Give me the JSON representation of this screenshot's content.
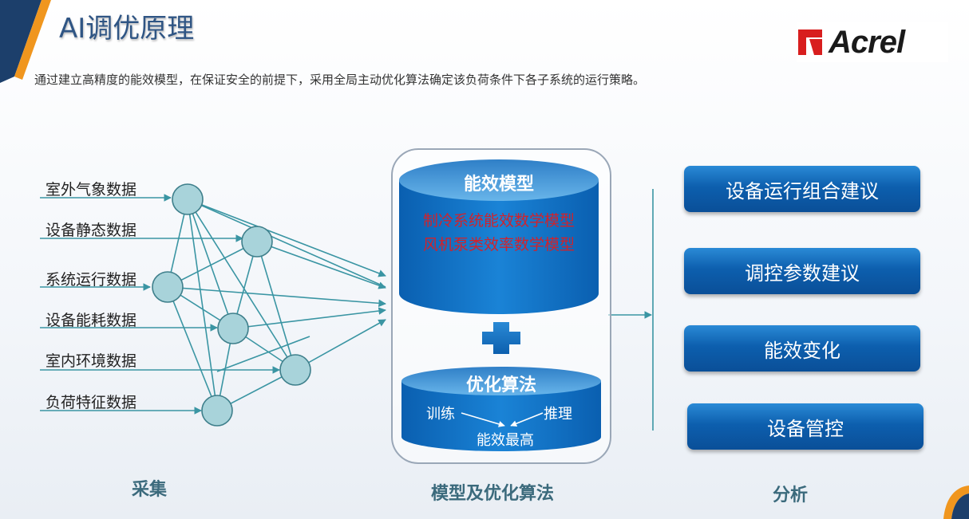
{
  "header": {
    "title": "AI调优原理",
    "subtitle": "通过建立高精度的能效模型，在保证安全的前提下，采用全局主动优化算法确定该负荷条件下各子系统的运行策略。",
    "logo_text": "Acrel"
  },
  "inputs": [
    "室外气象数据",
    "设备静态数据",
    "系统运行数据",
    "设备能耗数据",
    "室内环境数据",
    "负荷特征数据"
  ],
  "model": {
    "top_title": "能效模型",
    "top_lines": [
      "制冷系统能效数学模型",
      "风机泵类效率数学模型"
    ],
    "bottom_title": "优化算法",
    "train": "训练",
    "infer": "推理",
    "result": "能效最高"
  },
  "outputs": [
    "设备运行组合建议",
    "调控参数建议",
    "能效变化",
    "设备管控"
  ],
  "sections": {
    "collect": "采集",
    "model": "模型及优化算法",
    "analysis": "分析"
  },
  "colors": {
    "accent_orange": "#f0961e",
    "navy": "#1c3f6b",
    "node_fill": "#a8d3da",
    "line_teal": "#3a95a3",
    "box_blue": "#0d5fae",
    "model_red": "#d1222b"
  }
}
